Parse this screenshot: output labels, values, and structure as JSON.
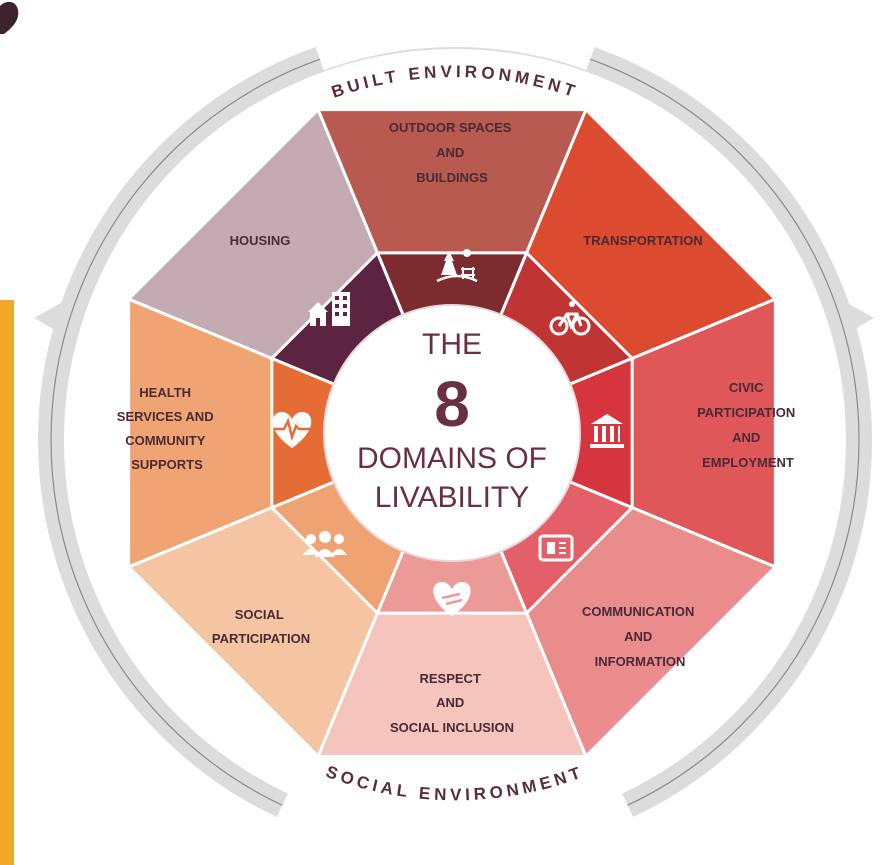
{
  "ring": {
    "top_label": "BUILT ENVIRONMENT",
    "bottom_label": "SOCIAL ENVIRONMENT"
  },
  "center": {
    "line1": "THE",
    "number": "8",
    "line2": "DOMAINS OF",
    "line3": "LIVABILITY"
  },
  "domains": [
    {
      "label": [
        "OUTDOOR SPACES",
        "AND",
        "BUILDINGS"
      ],
      "icon": "park-icon",
      "outer_color": "#b85a4f",
      "inner_color": "#7c2b2e"
    },
    {
      "label": [
        "TRANSPORTATION"
      ],
      "icon": "bicycle-icon",
      "outer_color": "#dc4a2f",
      "inner_color": "#c03434"
    },
    {
      "label": [
        "CIVIC",
        "PARTICIPATION",
        "AND",
        "EMPLOYMENT"
      ],
      "icon": "building-columns-icon",
      "outer_color": "#e0575a",
      "inner_color": "#d6353d"
    },
    {
      "label": [
        "COMMUNICATION",
        "AND",
        "INFORMATION"
      ],
      "icon": "tablet-icon",
      "outer_color": "#ea8c8c",
      "inner_color": "#e36068"
    },
    {
      "label": [
        "RESPECT",
        "AND",
        "SOCIAL INCLUSION"
      ],
      "icon": "heart-hands-icon",
      "outer_color": "#f4c4bd",
      "inner_color": "#ec9a97"
    },
    {
      "label": [
        "SOCIAL",
        "PARTICIPATION"
      ],
      "icon": "people-icon",
      "outer_color": "#f5c4a2",
      "inner_color": "#f0a372"
    },
    {
      "label": [
        "HEALTH",
        "SERVICES AND",
        "COMMUNITY",
        "SUPPORTS"
      ],
      "icon": "heart-pulse-icon",
      "outer_color": "#f0a473",
      "inner_color": "#e56d35"
    },
    {
      "label": [
        "HOUSING"
      ],
      "icon": "houses-icon",
      "outer_color": "#c4aab3",
      "inner_color": "#5c2440"
    }
  ],
  "colors": {
    "ring": "#dcdcdc",
    "ring_line": "#8a8a8a",
    "side_bar": "#f0a728",
    "center_text": "#6b2f45"
  }
}
